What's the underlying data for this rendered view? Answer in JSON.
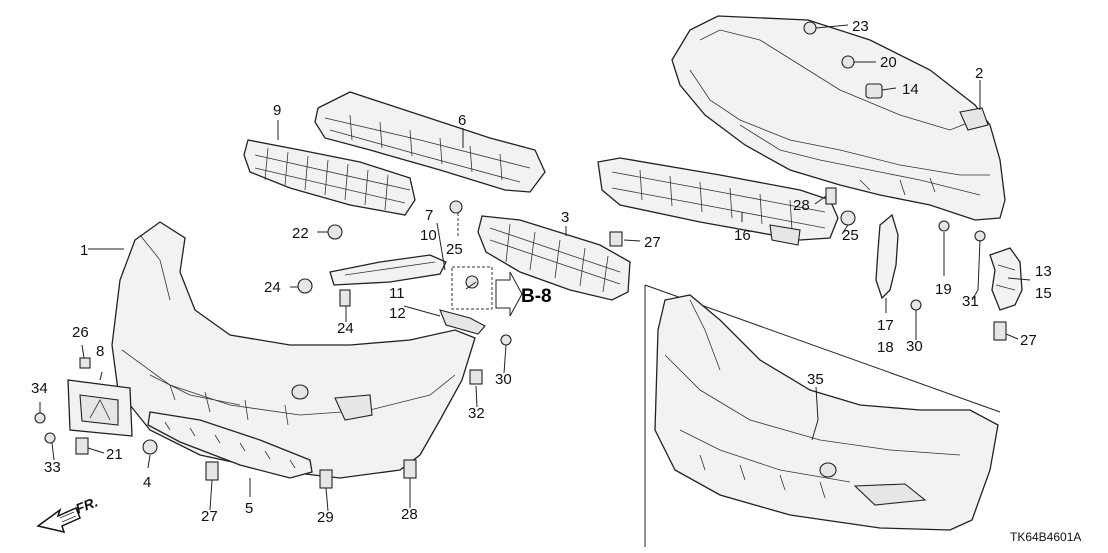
{
  "callouts": [
    {
      "id": "c1",
      "text": "1"
    },
    {
      "id": "c2",
      "text": "2"
    },
    {
      "id": "c3",
      "text": "3"
    },
    {
      "id": "c4",
      "text": "4"
    },
    {
      "id": "c5",
      "text": "5"
    },
    {
      "id": "c6",
      "text": "6"
    },
    {
      "id": "c7",
      "text": "7"
    },
    {
      "id": "c8",
      "text": "8"
    },
    {
      "id": "c9",
      "text": "9"
    },
    {
      "id": "c10",
      "text": "10"
    },
    {
      "id": "c11",
      "text": "11"
    },
    {
      "id": "c12",
      "text": "12"
    },
    {
      "id": "c13",
      "text": "13"
    },
    {
      "id": "c14",
      "text": "14"
    },
    {
      "id": "c15",
      "text": "15"
    },
    {
      "id": "c16",
      "text": "16"
    },
    {
      "id": "c17",
      "text": "17"
    },
    {
      "id": "c18",
      "text": "18"
    },
    {
      "id": "c19",
      "text": "19"
    },
    {
      "id": "c20",
      "text": "20"
    },
    {
      "id": "c21",
      "text": "21"
    },
    {
      "id": "c22",
      "text": "22"
    },
    {
      "id": "c23",
      "text": "23"
    },
    {
      "id": "c24a",
      "text": "24"
    },
    {
      "id": "c24b",
      "text": "24"
    },
    {
      "id": "c25a",
      "text": "25"
    },
    {
      "id": "c25b",
      "text": "25"
    },
    {
      "id": "c26",
      "text": "26"
    },
    {
      "id": "c27a",
      "text": "27"
    },
    {
      "id": "c27b",
      "text": "27"
    },
    {
      "id": "c27c",
      "text": "27"
    },
    {
      "id": "c28a",
      "text": "28"
    },
    {
      "id": "c28b",
      "text": "28"
    },
    {
      "id": "c29",
      "text": "29"
    },
    {
      "id": "c30a",
      "text": "30"
    },
    {
      "id": "c30b",
      "text": "30"
    },
    {
      "id": "c31",
      "text": "31"
    },
    {
      "id": "c32",
      "text": "32"
    },
    {
      "id": "c33",
      "text": "33"
    },
    {
      "id": "c34",
      "text": "34"
    },
    {
      "id": "c35",
      "text": "35"
    }
  ],
  "reference": "B-8",
  "front_indicator": "FR.",
  "diagram_code": "TK64B4601A"
}
